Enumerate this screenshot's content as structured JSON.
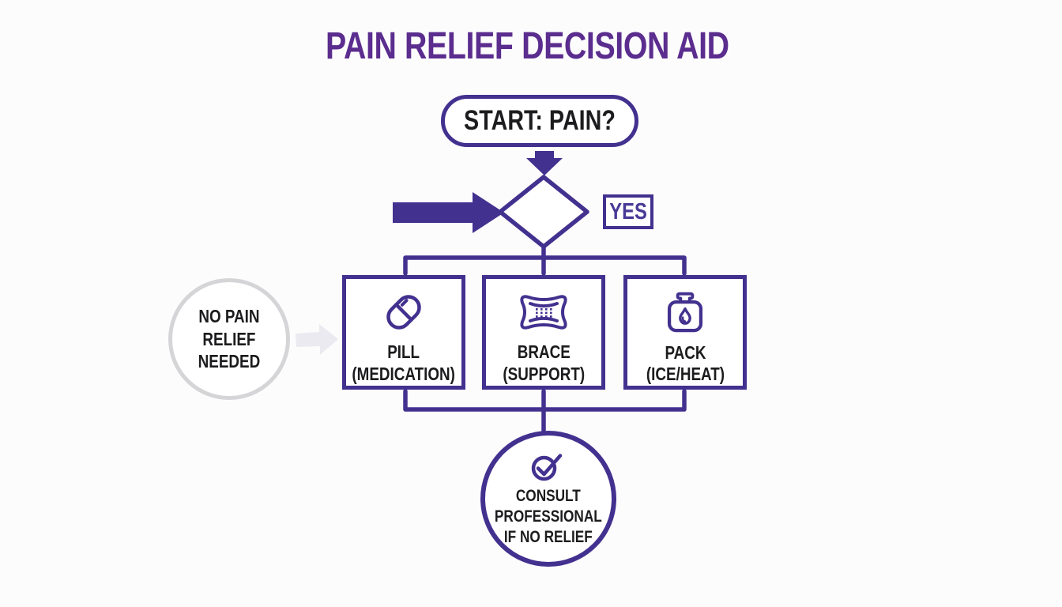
{
  "title": "PAIN RELIEF DECISION AID",
  "colors": {
    "purple": "#43318f",
    "title_purple": "#5b2d8e",
    "text_black": "#1c1c1e",
    "gray_circle_border": "#d5d5d8",
    "ghost_arrow": "#e9e9ef",
    "background": "#fcfcfd"
  },
  "nodes": {
    "start": {
      "label": "START: PAIN?"
    },
    "decision": {
      "yes_label": "YES"
    },
    "no_branch": {
      "line1": "NO PAIN",
      "line2": "RELIEF",
      "line3": "NEEDED"
    },
    "options": [
      {
        "icon": "pill-icon",
        "name": "PILL",
        "qualifier": "(MEDICATION)"
      },
      {
        "icon": "brace-icon",
        "name": "BRACE",
        "qualifier": "(SUPPORT)"
      },
      {
        "icon": "pack-icon",
        "name": "PACK",
        "qualifier": "(ICE/HEAT)"
      }
    ],
    "consult": {
      "icon": "check-circle-icon",
      "line1": "CONSULT",
      "line2": "PROFESSIONAL",
      "line3": "IF NO RELIEF"
    }
  }
}
